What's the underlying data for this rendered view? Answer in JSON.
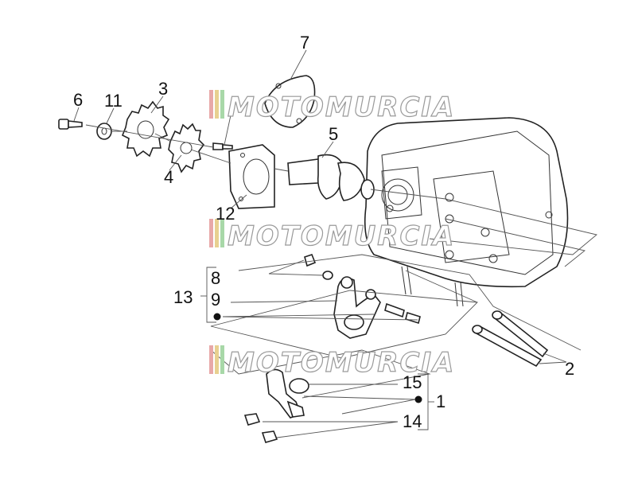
{
  "watermark": {
    "text": "MOTOMURCIA"
  },
  "callouts": {
    "n1": "1",
    "n2": "2",
    "n3": "3",
    "n4": "4",
    "n5": "5",
    "n6": "6",
    "n7": "7",
    "n8": "8",
    "n9": "9",
    "n11": "11",
    "n12": "12",
    "n13": "13",
    "n14": "14",
    "n15": "15"
  }
}
